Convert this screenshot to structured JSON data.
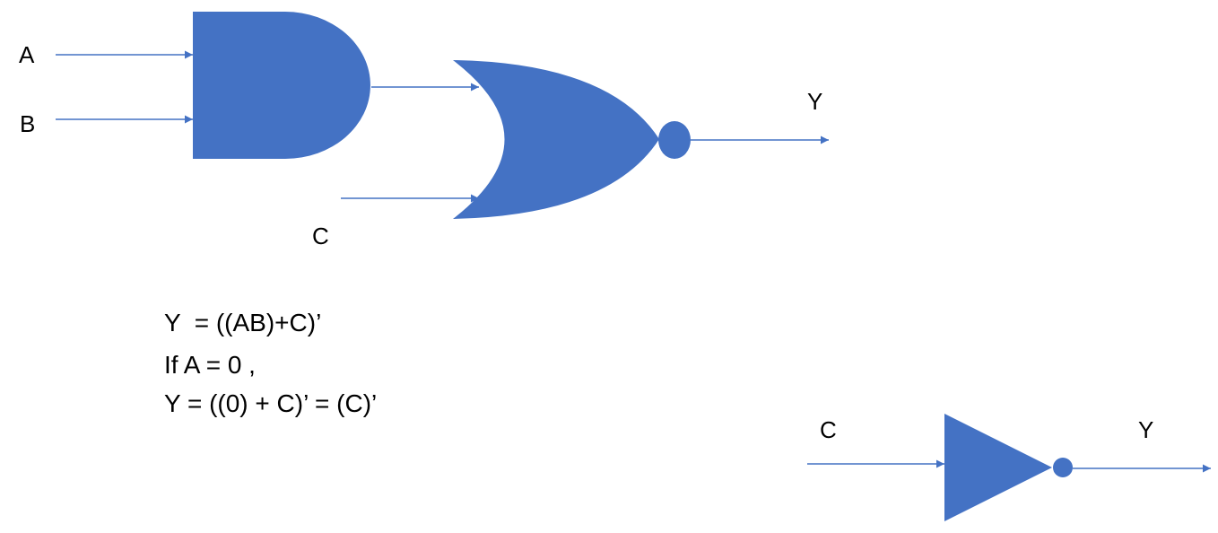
{
  "diagram": {
    "inputs": {
      "a": "A",
      "b": "B",
      "c_top": "C",
      "c_bottom": "C"
    },
    "outputs": {
      "y_top": "Y",
      "y_bottom": "Y"
    },
    "equations": [
      "Y  = ((AB)+C)’",
      "If A = 0 ,",
      "Y = ((0) + C)’ = (C)’"
    ],
    "gates": [
      "and-gate",
      "nor-gate",
      "not-gate"
    ],
    "colors": {
      "gate_fill": "#4472C4",
      "wire": "#4472C4",
      "text": "#000000"
    }
  }
}
